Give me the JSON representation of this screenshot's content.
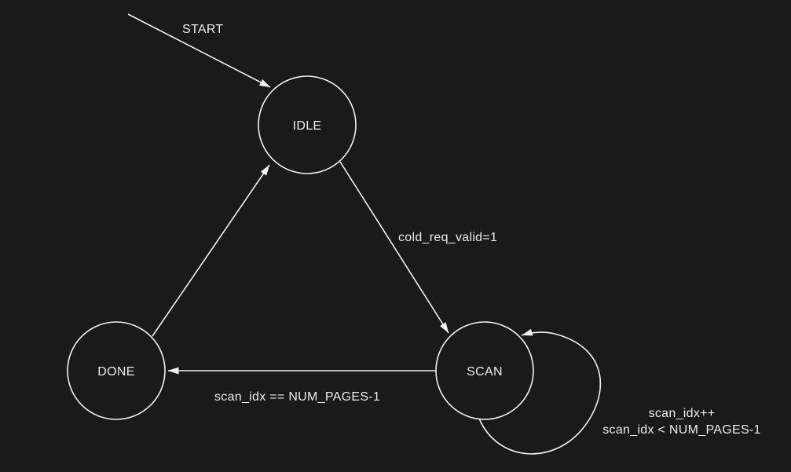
{
  "colors": {
    "background": "#1a1a1a",
    "stroke": "#f0f0f0",
    "text": "#ececec"
  },
  "fsm": {
    "states": [
      {
        "name": "IDLE"
      },
      {
        "name": "SCAN"
      },
      {
        "name": "DONE"
      }
    ],
    "transitions": [
      {
        "from": "(initial)",
        "to": "IDLE",
        "label": "START"
      },
      {
        "from": "IDLE",
        "to": "SCAN",
        "label": "cold_req_valid=1"
      },
      {
        "from": "SCAN",
        "to": "SCAN",
        "label_line1": "scan_idx++",
        "label_line2": "scan_idx < NUM_PAGES-1"
      },
      {
        "from": "SCAN",
        "to": "DONE",
        "label": "scan_idx == NUM_PAGES-1"
      },
      {
        "from": "DONE",
        "to": "IDLE",
        "label": ""
      }
    ]
  }
}
